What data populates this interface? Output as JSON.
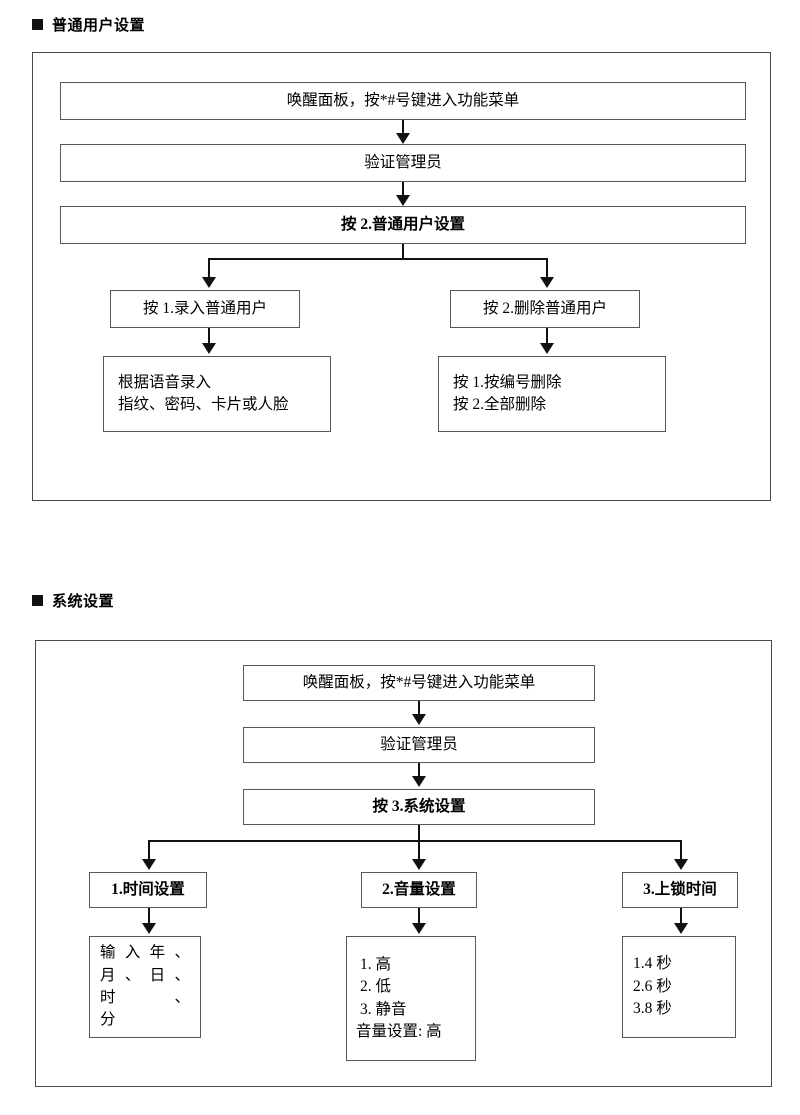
{
  "page": {
    "background": "#ffffff",
    "line_color": "#111111",
    "box_border_color": "#575757",
    "frame_border_color": "#4a4a4a"
  },
  "sections": [
    {
      "id": "normal-user-settings",
      "heading": "普通用户设置",
      "bullet_icon": "filled-square-bullet-icon",
      "nodes": {
        "wake_panel": "唤醒面板，按*#号键进入功能菜单",
        "verify_admin": "验证管理员",
        "menu_choice": "按 2.普通用户设置",
        "branch_left": "按 1.录入普通用户",
        "branch_right": "按 2.删除普通用户",
        "leaf_left_line1": "根据语音录入",
        "leaf_left_line2": "指纹、密码、卡片或人脸",
        "leaf_right_line1": "按 1.按编号删除",
        "leaf_right_line2": "按 2.全部删除"
      }
    },
    {
      "id": "system-settings",
      "heading": "系统设置",
      "bullet_icon": "filled-square-bullet-icon",
      "nodes": {
        "wake_panel": "唤醒面板，按*#号键进入功能菜单",
        "verify_admin": "验证管理员",
        "menu_choice": "按 3.系统设置",
        "branch_1": "1.时间设置",
        "branch_2": "2.音量设置",
        "branch_3": "3.上锁时间",
        "leaf_1_line1": "输入年、",
        "leaf_1_line2": "月、日、时、",
        "leaf_1_line3": "分",
        "leaf_2_line1": "1.  高",
        "leaf_2_line2": "2.  低",
        "leaf_2_line3": "3.  静音",
        "leaf_2_line4": "音量设置: 高",
        "leaf_3_line1": "1.4 秒",
        "leaf_3_line2": "2.6 秒",
        "leaf_3_line3": "3.8 秒"
      }
    }
  ]
}
